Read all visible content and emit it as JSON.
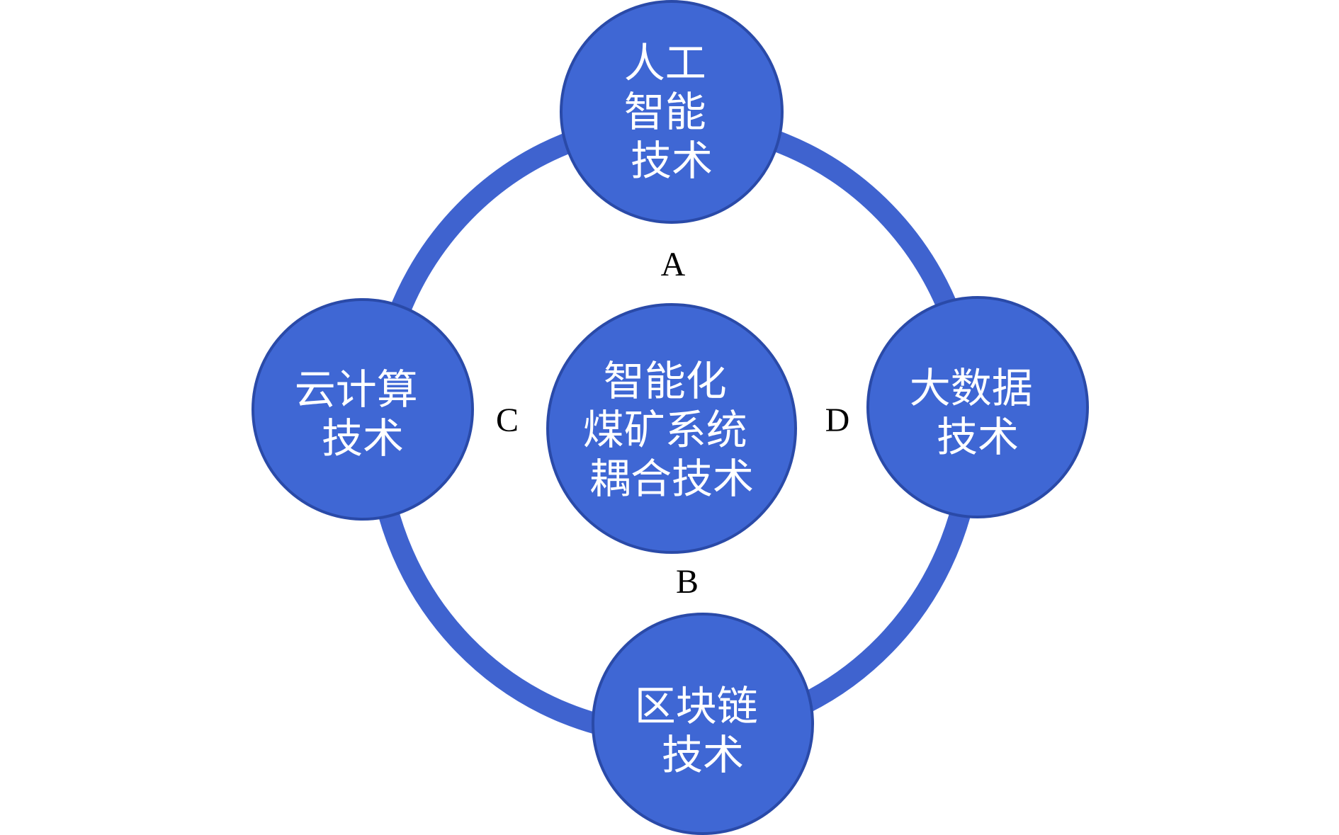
{
  "colors": {
    "node_fill": "#3f67d4",
    "node_stroke": "#2a4aa8",
    "ring": "#3f63cf",
    "node_text": "#ffffff",
    "label_text": "#000000"
  },
  "center_node": {
    "lines": [
      "智能化",
      "煤矿系统",
      "耦合技术"
    ]
  },
  "nodes": {
    "ai": {
      "lines": [
        "人工",
        "智能",
        "技术"
      ]
    },
    "big_data": {
      "lines": [
        "大数据",
        "技术"
      ]
    },
    "blockchain": {
      "lines": [
        "区块链",
        "技术"
      ]
    },
    "cloud": {
      "lines": [
        "云计算",
        "技术"
      ]
    }
  },
  "labels": {
    "a": "A",
    "b": "B",
    "c": "C",
    "d": "D"
  }
}
